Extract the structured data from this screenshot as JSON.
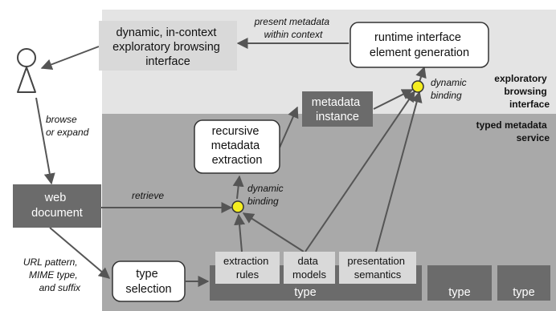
{
  "regions": {
    "exploratory_title": [
      "exploratory",
      "browsing",
      "interface"
    ],
    "service_title": [
      "typed metadata",
      "service"
    ]
  },
  "boxes": {
    "browsing_interface": [
      "dynamic, in-context",
      "exploratory browsing",
      "interface"
    ],
    "runtime_generation": [
      "runtime interface",
      "element generation"
    ],
    "metadata_instance": [
      "metadata",
      "instance"
    ],
    "recursive_extraction": [
      "recursive",
      "metadata",
      "extraction"
    ],
    "web_document": [
      "web",
      "document"
    ],
    "type_selection": [
      "type",
      "selection"
    ],
    "extraction_rules": [
      "extraction",
      "rules"
    ],
    "data_models": [
      "data",
      "models"
    ],
    "presentation_semantics": [
      "presentation",
      "semantics"
    ],
    "type_main": "type",
    "type_2": "type",
    "type_3": "type"
  },
  "labels": {
    "present_metadata": [
      "present metadata",
      "within context"
    ],
    "browse_expand": [
      "browse",
      "or expand"
    ],
    "retrieve": "retrieve",
    "url_pattern": [
      "URL pattern,",
      "MIME type,",
      "and suffix"
    ],
    "dynamic_binding_top": [
      "dynamic",
      "binding"
    ],
    "dynamic_binding_bottom": [
      "dynamic",
      "binding"
    ]
  },
  "colors": {
    "exploratory_bg": "#e4e4e4",
    "service_bg": "#a9a9a9",
    "dark_box": "#6b6b6b",
    "light_box": "#d9d9d9",
    "binding_dot": "#f5ee20",
    "arrow": "#555555"
  }
}
